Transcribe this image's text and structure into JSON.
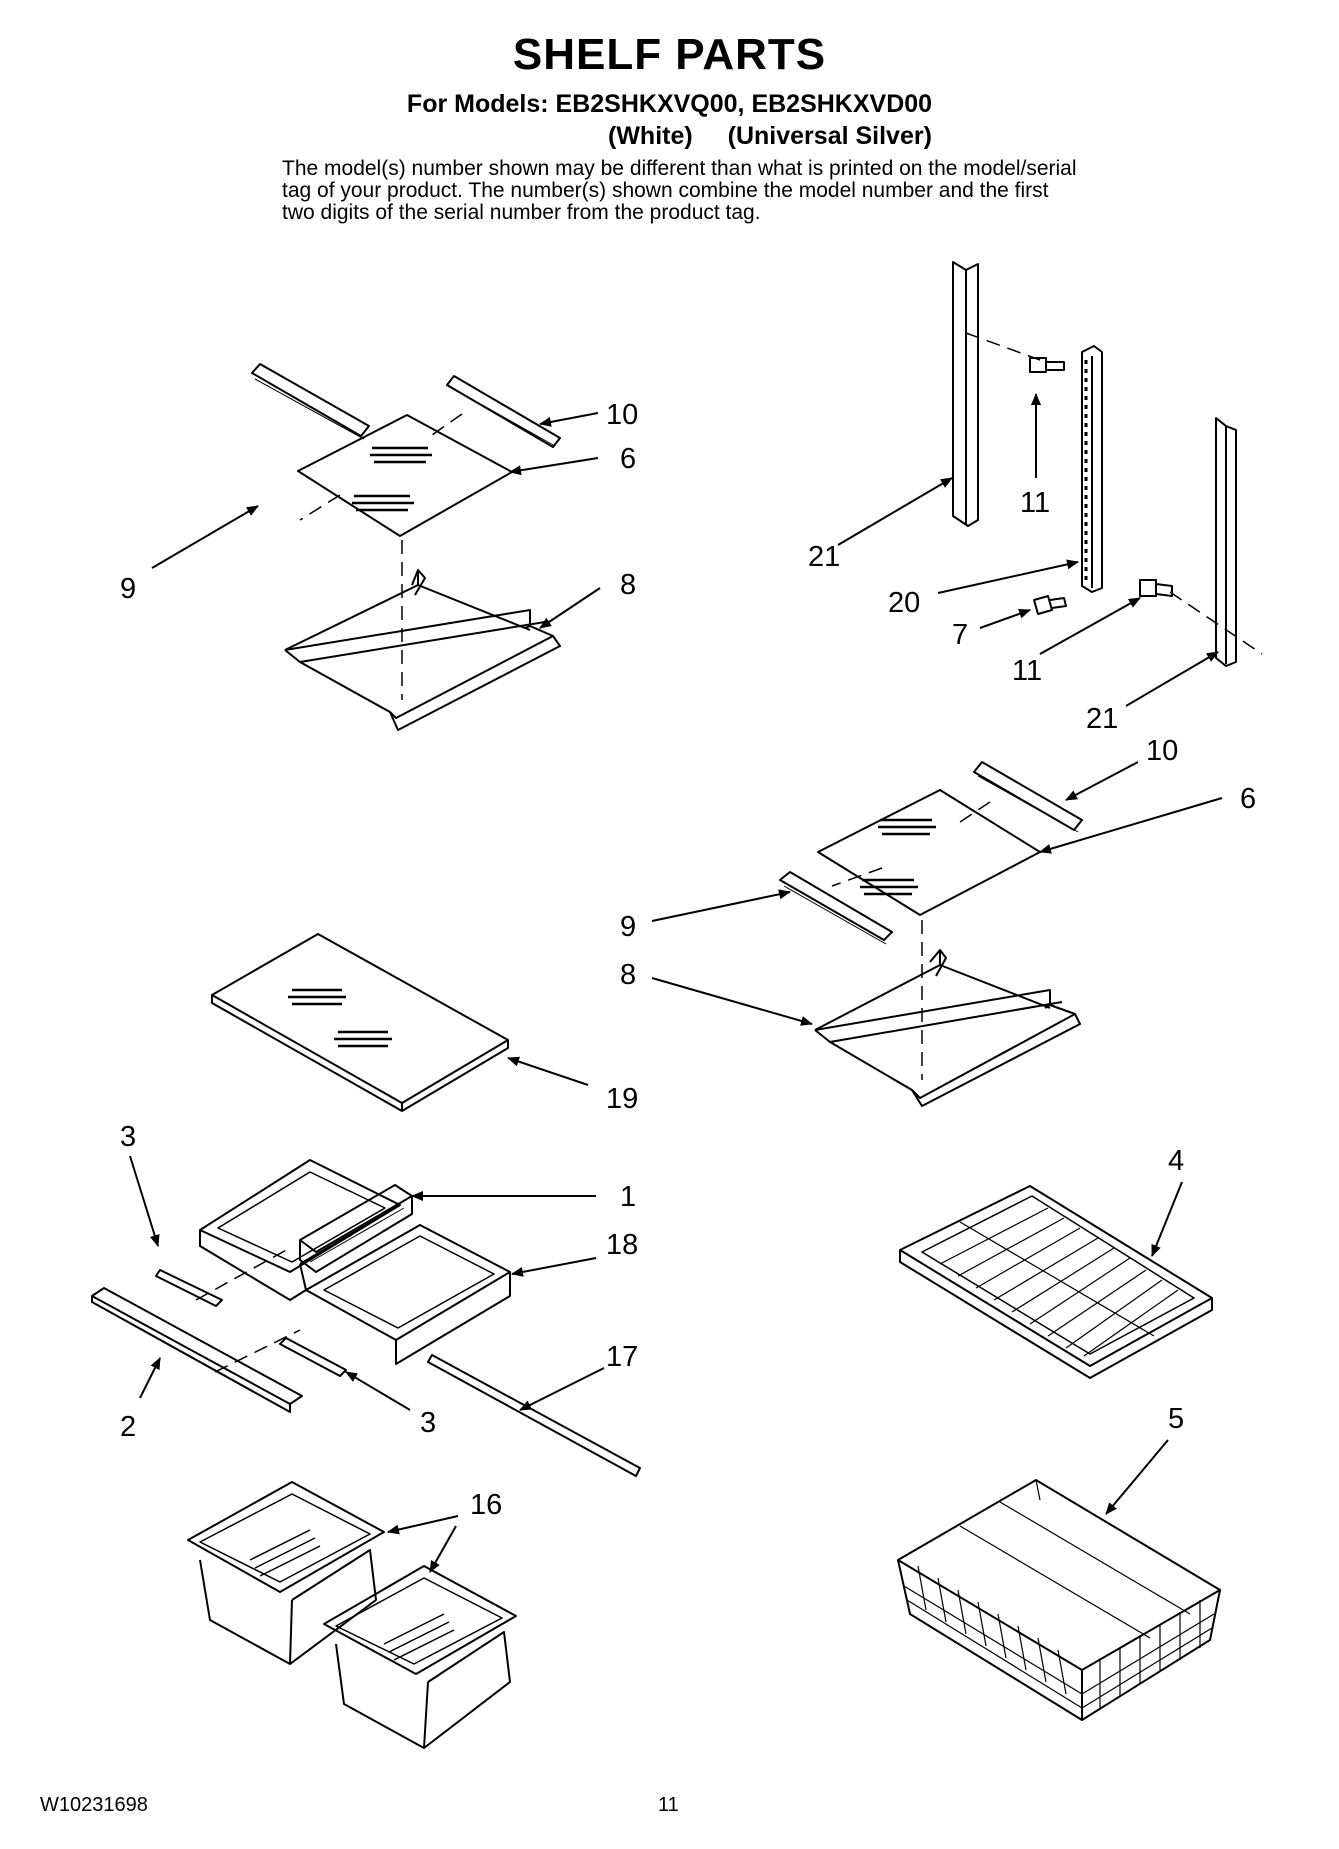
{
  "header": {
    "title": "SHELF PARTS",
    "models_line": "For Models: EB2SHKXVQ00, EB2SHKXVD00",
    "variants": [
      "(White)",
      "(Universal Silver)"
    ],
    "disclaimer": "The model(s) number shown may be different than what is printed on the model/serial tag of your product. The number(s) shown combine the model number and the first two digits of the serial number from the product tag."
  },
  "callouts": {
    "c10a": "10",
    "c6a": "6",
    "c9a": "9",
    "c8a": "8",
    "c21a": "21",
    "c11a": "11",
    "c20": "20",
    "c7": "7",
    "c11b": "11",
    "c21b": "21",
    "c10b": "10",
    "c6b": "6",
    "c9b": "9",
    "c8b": "8",
    "c19": "19",
    "c3a": "3",
    "c1": "1",
    "c18": "18",
    "c17": "17",
    "c2": "2",
    "c3b": "3",
    "c16": "16",
    "c4": "4",
    "c5": "5"
  },
  "footer": {
    "doc_number": "W10231698",
    "page_number": "11"
  }
}
